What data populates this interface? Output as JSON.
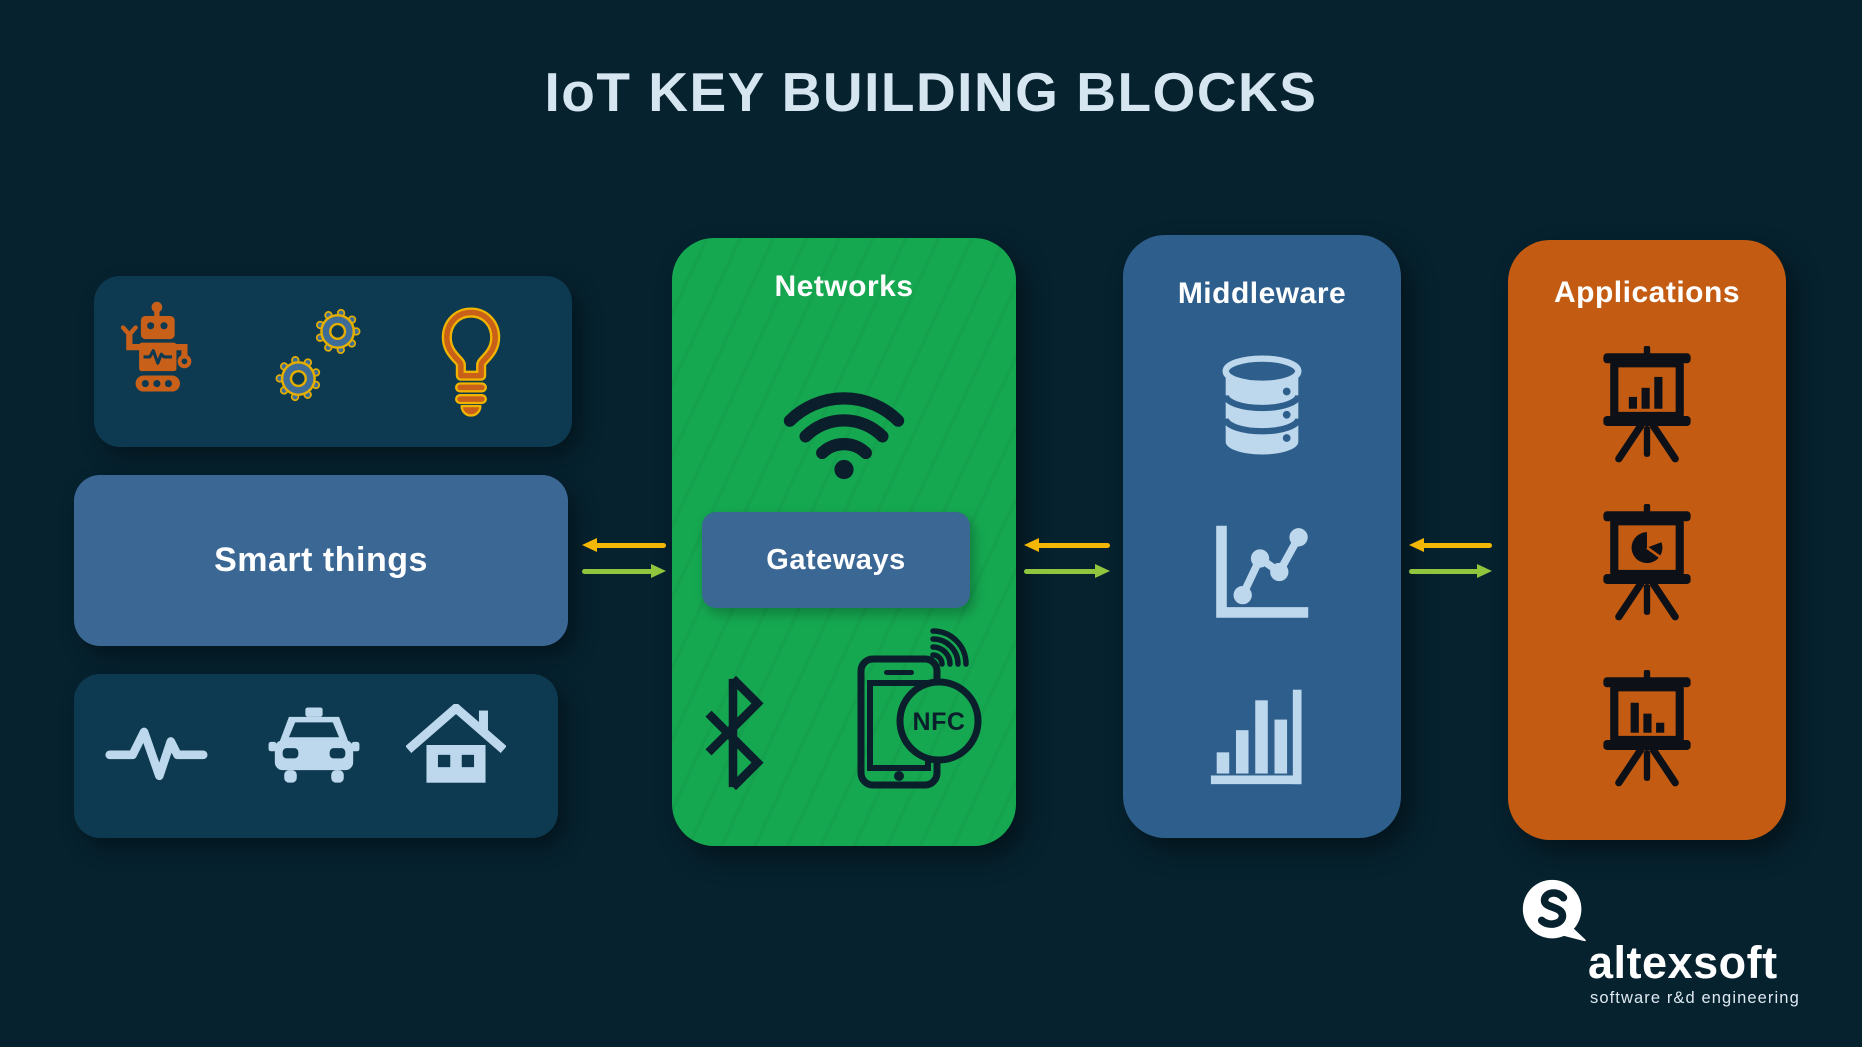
{
  "title": "IoT KEY BUILDING BLOCKS",
  "left_column": {
    "devices_box": {
      "icons": [
        "robot-icon",
        "gears-icon",
        "lightbulb-icon"
      ]
    },
    "smart_things_label": "Smart things",
    "context_box": {
      "icons": [
        "pulse-icon",
        "taxi-icon",
        "house-icon"
      ]
    }
  },
  "networks": {
    "title": "Networks",
    "gateways_label": "Gateways",
    "nfc_label": "NFC",
    "icons": [
      "wifi-icon",
      "bluetooth-icon",
      "nfc-phone-icon"
    ]
  },
  "middleware": {
    "title": "Middleware",
    "icons": [
      "database-icon",
      "line-chart-icon",
      "bar-chart-icon"
    ]
  },
  "applications": {
    "title": "Applications",
    "icons": [
      "presentation-bar-chart-icon",
      "presentation-pie-chart-icon",
      "presentation-column-chart-icon"
    ]
  },
  "arrows": {
    "pairs": 3,
    "left_direction_color": "#f4b705",
    "right_direction_color": "#8fc63e"
  },
  "logo": {
    "brand": "altexsoft",
    "tagline": "software r&d engineering"
  },
  "colors": {
    "background": "#06222f",
    "panel_dark": "#0d3a50",
    "steel_blue": "#3b6795",
    "middleware_blue": "#2e5f8c",
    "green": "#16a851",
    "orange": "#c35c12",
    "icon_orange": "#c8601a",
    "gear_gold": "#e3ae00",
    "icon_light": "#bdd7ec",
    "arrow_yellow": "#f4b705",
    "arrow_green": "#8fc63e",
    "dark_icon": "#0a1e2b",
    "title_color": "#d6e6f0"
  }
}
